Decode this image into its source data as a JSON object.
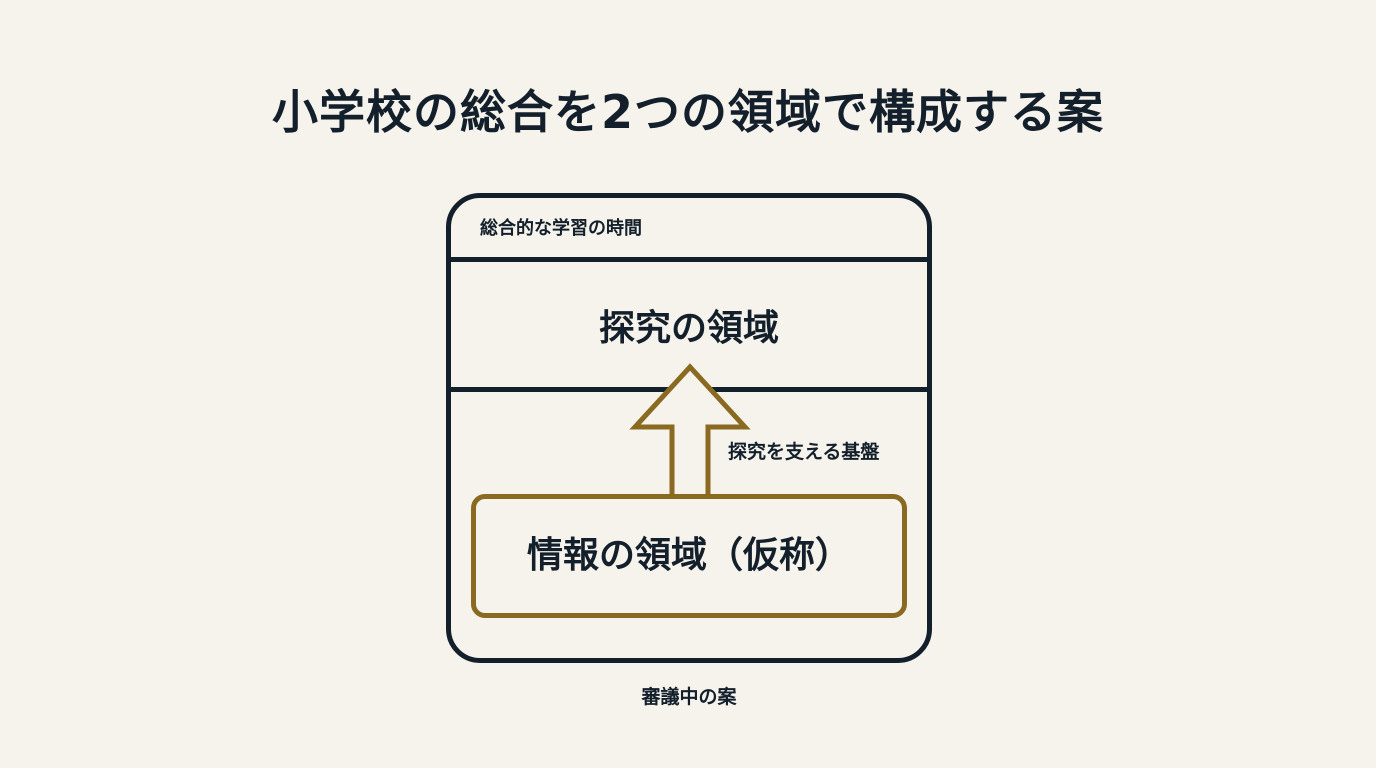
{
  "title": "小学校の総合を2つの領域で構成する案",
  "diagram": {
    "outer_label": "総合的な学習の時間",
    "inquiry_domain": "探究の領域",
    "arrow_label": "探究を支える基盤",
    "information_domain": "情報の領域（仮称）",
    "caption": "審議中の案"
  },
  "colors": {
    "background": "#f6f3ec",
    "ink": "#13202b",
    "accent": "#8a6a21"
  }
}
